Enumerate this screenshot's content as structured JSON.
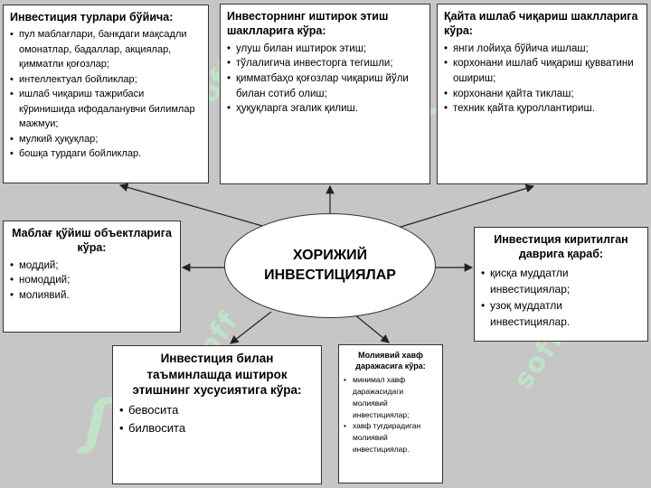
{
  "center": {
    "line1": "ХОРИЖИЙ",
    "line2": "ИНВЕСТИЦИЯЛАР"
  },
  "boxes": [
    {
      "title": "Инвестиция турлари бўйича:",
      "items": [
        "пул маблағлари, банкдаги мақсадли омонатлар, бадаллар, акциялар, қимматли қоғозлар;",
        "интеллектуал бойликлар;",
        "ишлаб чиқариш тажрибаси кўринишида ифодаланувчи билимлар мажмуи;",
        "мулкий ҳуқуқлар;",
        "бошқа турдаги бойликлар."
      ]
    },
    {
      "title": "Инвесторнинг  иштирок этиш шаклларига кўра:",
      "items": [
        "улуш билан иштирок этиш;",
        "тўлалигича инвесторга тегишли;",
        "қимматбаҳо қоғозлар чиқариш йўли билан сотиб олиш;",
        "ҳуқуқларга эгалик қилиш."
      ]
    },
    {
      "title": "Қайта ишлаб чиқариш шаклларига кўра:",
      "items": [
        "янги лойиҳа бўйича ишлаш;",
        "корхонани ишлаб чиқариш қувватини ошириш;",
        "корхонани қайта тиклаш;",
        "техник қайта қуроллантириш."
      ]
    },
    {
      "title": "Маблағ қўйиш объектларига кўра:",
      "items": [
        "моддий;",
        "номоддий;",
        "молиявий."
      ]
    },
    {
      "title": "Инвестиция киритилган даврига қараб:",
      "items": [
        "қисқа муддатли инвестициялар;",
        "узоқ муддатли инвестициялар."
      ]
    },
    {
      "title": "Инвестиция билан таъминлашда иштирок этишнинг хусусиятига кўра:",
      "items": [
        "бевосита",
        "билвосита"
      ]
    },
    {
      "title": "Молиявий хавф даражасига кўра:",
      "items": [
        "минимал хавф даражасидаги молиявий инвестициялар;",
        "хавф туғдирадиган молиявий инвестициялар."
      ]
    }
  ],
  "watermark": {
    "text": "soff",
    "color": "#bfe8c8"
  },
  "colors": {
    "background": "#c6c6c6",
    "box": "#ffffff",
    "border": "#333333"
  }
}
